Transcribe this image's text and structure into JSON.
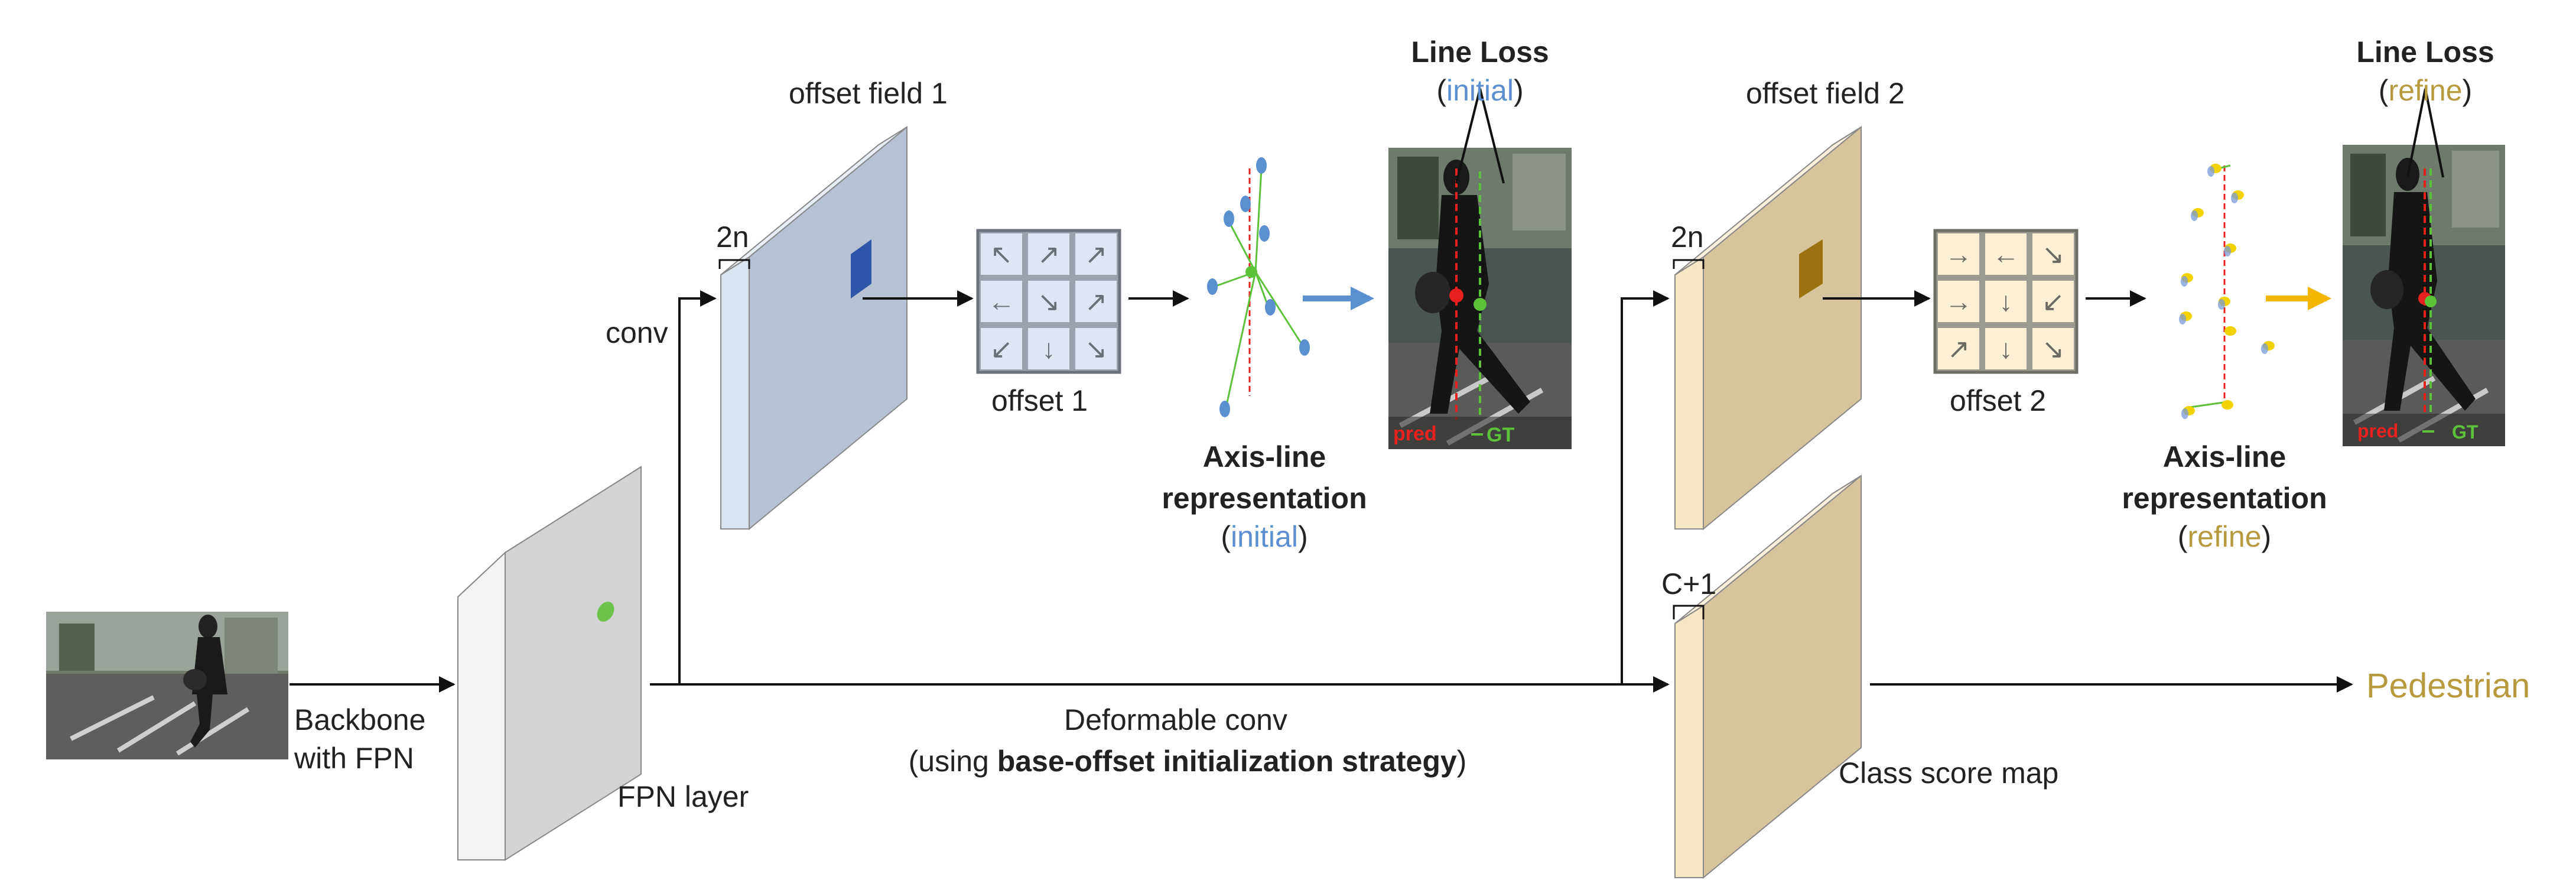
{
  "colors": {
    "blue_accent": "#5b8fd0",
    "gold_accent": "#b89a3e",
    "red_pred": "#e8211f",
    "green_gt": "#5cc23a",
    "field1_face": "#b6c2d3",
    "field1_front": "#d9e4f1",
    "field2_face": "#d8c49c",
    "field2_front": "#f5e6c4",
    "fpn_face": "#d3d3d3",
    "fpn_front": "#f3f3f3"
  },
  "labels": {
    "backbone_line1": "Backbone",
    "backbone_line2": "with FPN",
    "fpn_layer": "FPN layer",
    "conv": "conv",
    "offset_field_1": "offset field 1",
    "offset_field_2": "offset field 2",
    "dim_2n_a": "2n",
    "dim_2n_b": "2n",
    "dim_c1": "C+1",
    "offset_1": "offset 1",
    "offset_2": "offset 2",
    "axis_line_1a": "Axis-line",
    "axis_line_1b": "representation",
    "axis_line_1_paren_open": "(",
    "axis_line_1_tag": "initial",
    "axis_line_1_paren_close": ")",
    "axis_line_2a": "Axis-line",
    "axis_line_2b": "representation",
    "axis_line_2_paren_open": "(",
    "axis_line_2_tag": "refine",
    "axis_line_2_paren_close": ")",
    "line_loss_1": "Line Loss",
    "line_loss_1_paren_open": "(",
    "line_loss_1_tag": "initial",
    "line_loss_1_paren_close": ")",
    "line_loss_2": "Line Loss",
    "line_loss_2_paren_open": "(",
    "line_loss_2_tag": "refine",
    "line_loss_2_paren_close": ")",
    "pred_1": "pred",
    "gt_1": "GT",
    "pred_2": "pred",
    "gt_2": "GT",
    "deformable_conv": "Deformable conv",
    "using_prefix": "(using ",
    "using_bold": "base-offset initialization strategy",
    "using_suffix": ")",
    "class_score_map": "Class score map",
    "pedestrian": "Pedestrian"
  },
  "offset_grid_1": {
    "arrows": [
      "↖",
      "↗",
      "↗",
      "←",
      "↘",
      "↗",
      "↙",
      "↓",
      "↘"
    ]
  },
  "offset_grid_2": {
    "arrows": [
      "→",
      "←",
      "↘",
      "→",
      "↓",
      "↙",
      "↗",
      "↓",
      "↘"
    ]
  }
}
